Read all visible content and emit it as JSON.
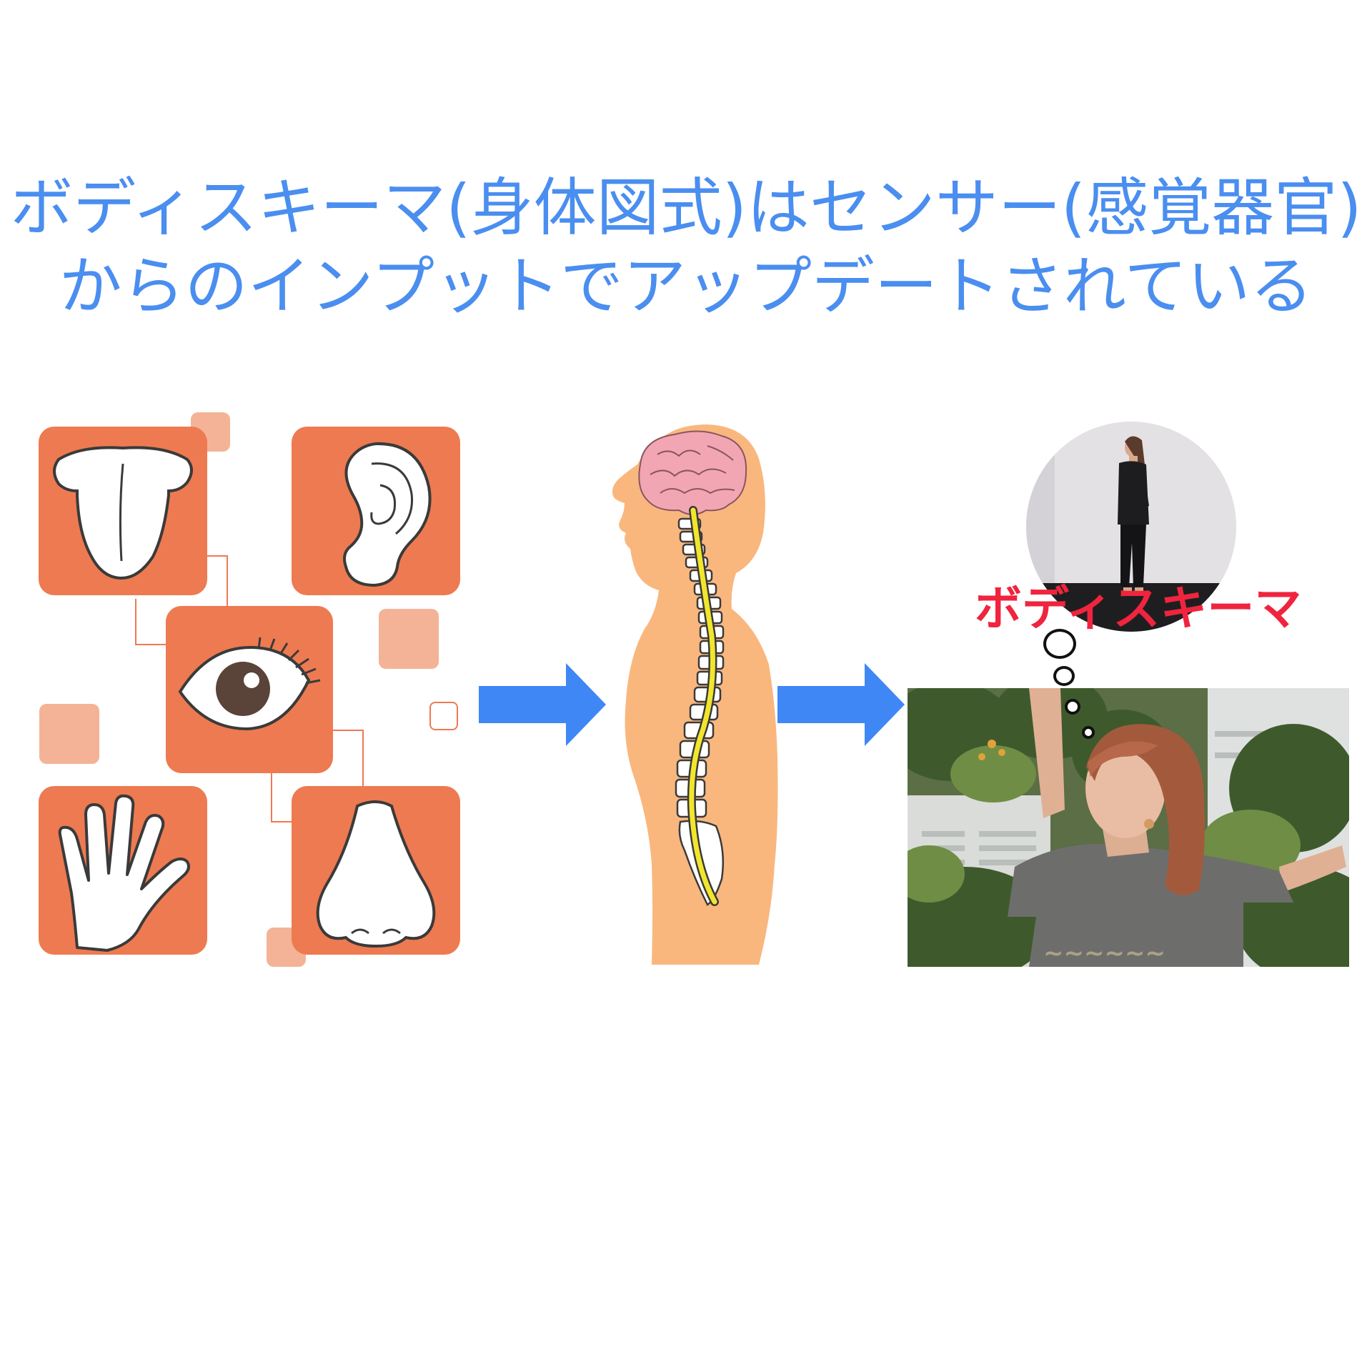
{
  "title": {
    "line1": "ボディスキーマ(身体図式)はセンサー(感覚器官)",
    "line2": "からのインプットでアップデートされている"
  },
  "sense_icons": [
    "tongue-icon",
    "ear-icon",
    "eye-icon",
    "hand-icon",
    "nose-icon"
  ],
  "body_label": "ボディスキーマ",
  "colors": {
    "title": "#4a8ef0",
    "tile": "#ee7a51",
    "deco": "#f4b396",
    "arrow": "#3f87f5",
    "skin": "#f9b77e",
    "brain": "#f2a6b3",
    "spinal_cord": "#f2e62c",
    "label": "#f0243e"
  }
}
